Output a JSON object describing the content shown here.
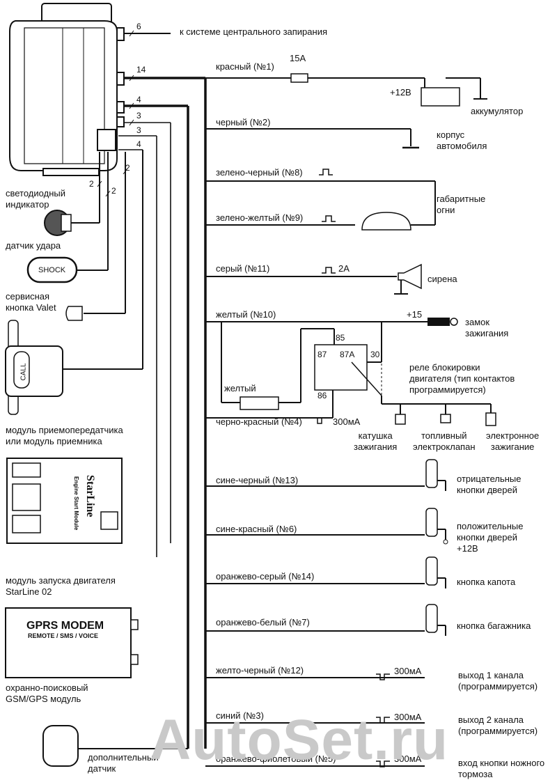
{
  "wire_counts": {
    "top": "6",
    "main": "14",
    "w4a": "4",
    "w3a": "3",
    "w3b": "3",
    "w4b": "4",
    "led": "2",
    "shock": "2",
    "valet": "2"
  },
  "labels": {
    "central_lock": "к системе центрального запирания",
    "red": "красный (№1)",
    "fuse": "15A",
    "plus12": "+12В",
    "battery": "аккумулятор",
    "black": "черный (№2)",
    "body_ground": "корпус\nавтомобиля",
    "green_black": "зелено-черный (№8)",
    "parking_lights": "габаритные\nогни",
    "green_yellow": "зелено-желтый (№9)",
    "grey": "серый (№11)",
    "siren_current": "2A",
    "siren": "сирена",
    "yellow": "желтый (№10)",
    "plus15": "+15",
    "ignition_lock": "замок\nзажигания",
    "relay_block": "реле блокировки\nдвигателя (тип контактов\nпрограммируется)",
    "pin85": "85",
    "pin87": "87",
    "pin87a": "87A",
    "pin30": "30",
    "pin86": "86",
    "yellow2": "желтый",
    "black_red": "черно-красный (№4)",
    "black_red_current": "300мА",
    "coil": "катушка\nзажигания",
    "fuel_valve": "топливный\nэлектроклапан",
    "electronic_ignition": "электронное\nзажигание",
    "blue_black": "сине-черный (№13)",
    "neg_door": "отрицательные\nкнопки дверей",
    "blue_red": "сине-красный (№6)",
    "pos_door": "положительные\nкнопки дверей\n+12В",
    "orange_grey": "оранжево-серый (№14)",
    "hood": "кнопка капота",
    "orange_white": "оранжево-белый (№7)",
    "trunk": "кнопка багажника",
    "yellow_black": "желто-черный (№12)",
    "ch1_current": "300мА",
    "ch1": "выход 1 канала\n(программируется)",
    "blue": "синий (№3)",
    "ch2_current": "300мА",
    "ch2": "выход 2 канала\n(программируется)",
    "orange_violet": "оранжево-фиолетовый (№5)",
    "brake_current": "300мА",
    "brake": "вход кнопки ножного\nтормоза",
    "led_indicator": "светодиодный\nиндикатор",
    "shock_sensor": "датчик удара",
    "shock_btn": "SHOCK",
    "valet": "сервисная\nкнопка Valet",
    "transceiver": "модуль приемопередатчика\nили модуль приемника",
    "call_text": "CALL",
    "starline_brand": "StarLine",
    "starline_sub": "Engine Start Module",
    "engine_start": "модуль запуска двигателя\nStarLine 02",
    "gprs_title": "GPRS MODEM",
    "gprs_sub": "REMOTE / SMS / VOICE",
    "gsm_module": "охранно-поисковый\nGSM/GPS модуль",
    "extra_sensor": "дополнительный\nдатчик",
    "watermark": "AutoSet.ru"
  }
}
